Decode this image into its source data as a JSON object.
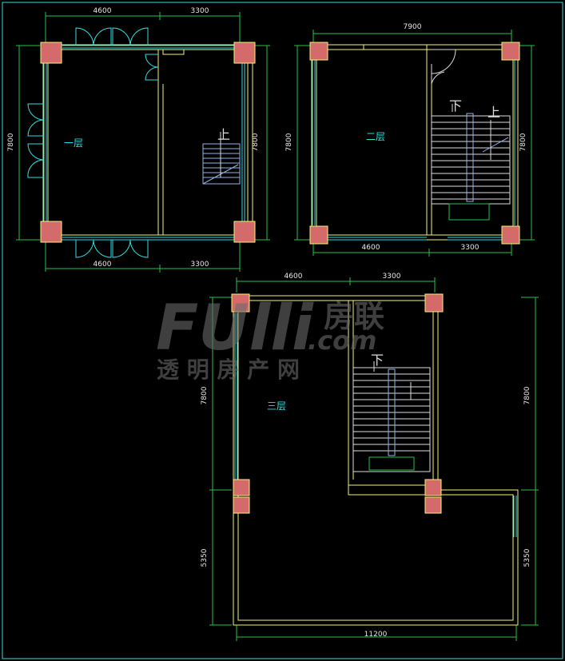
{
  "floors": {
    "first": {
      "label": "一层",
      "dims": {
        "top_left": "4600",
        "top_right": "3300",
        "bottom_left": "4600",
        "bottom_right": "3300",
        "left": "7800",
        "right": "7800"
      },
      "stair_up": "上"
    },
    "second": {
      "label": "二层",
      "dims": {
        "top": "7900",
        "bottom_left": "4600",
        "bottom_right": "3300",
        "left": "7800",
        "right": "7800"
      },
      "stair_down": "下",
      "stair_up": "上"
    },
    "third": {
      "label": "三层",
      "dims": {
        "top_left": "4600",
        "top_right": "3300",
        "left_upper": "7800",
        "left_lower": "5350",
        "right_upper": "7800",
        "right_lower": "5350",
        "bottom": "11200"
      },
      "stair_down": "下"
    }
  },
  "watermark": {
    "brand": "FUlli",
    "domain": ".com",
    "cn_name": "房联",
    "slogan": "透 明 房 产 网"
  },
  "colors": {
    "background": "#000000",
    "wall": "#f2f27a",
    "glazing": "#33dde0",
    "column": "#d46a6a",
    "dimension": "#27c24c",
    "stairs": "#dcdcdc"
  }
}
